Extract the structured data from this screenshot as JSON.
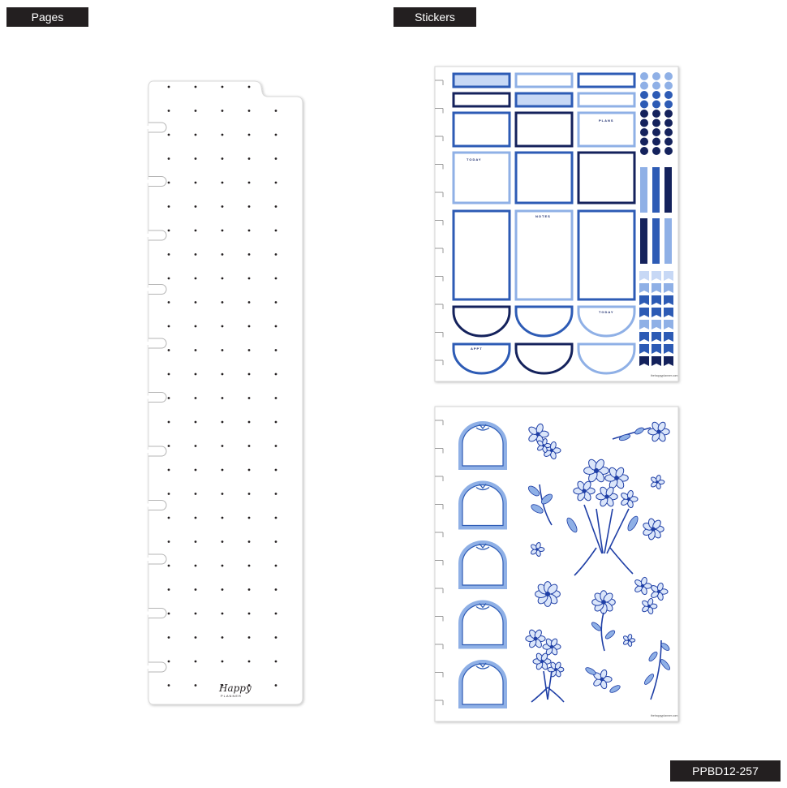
{
  "labels": {
    "pages": "Pages",
    "stickers": "Stickers",
    "sku": "PPBD12-257"
  },
  "page_insert": {
    "logo_main": "Happy",
    "logo_sub": "PLANNER",
    "pattern": "dot-grid",
    "dot_color": "#231f20"
  },
  "sticker_sheet_functional": {
    "labels": [
      "PLANS",
      "TODAY",
      "NOTES",
      "TODAY",
      "APPT"
    ],
    "colors": {
      "navy": "#14225c",
      "royal": "#2d5bb5",
      "light": "#8fb0e6",
      "pale": "#c7d8f5"
    },
    "footer_url": "thehappyplanner.com"
  },
  "sticker_sheet_decorative": {
    "theme": "blue floral ink illustration",
    "footer_url": "thehappyplanner.com"
  }
}
